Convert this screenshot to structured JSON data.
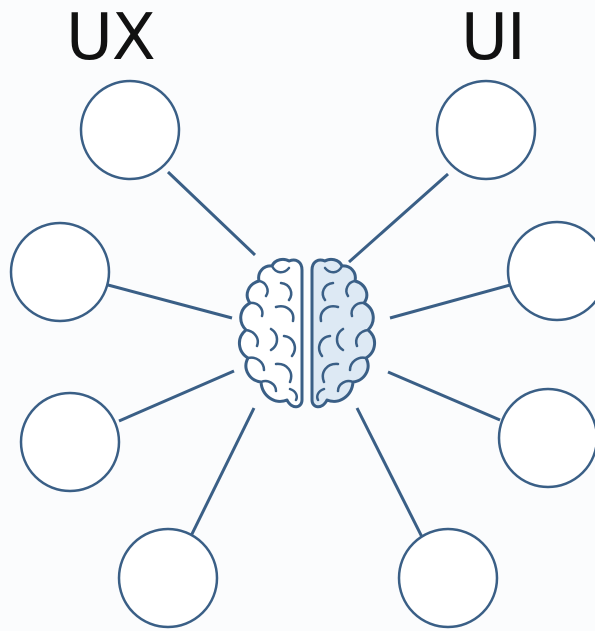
{
  "headings": {
    "left": "UX",
    "right": "UI"
  },
  "colors": {
    "background": "#fbfcfd",
    "stroke": "#3a5f86",
    "text": "#111111",
    "brain_right_fill": "#dde9f4",
    "node_fill": "#ffffff"
  },
  "diagram": {
    "center_icon": "brain-icon",
    "node_icon": "empty-circle-node",
    "ux_node_count": 4,
    "ui_node_count": 4
  }
}
